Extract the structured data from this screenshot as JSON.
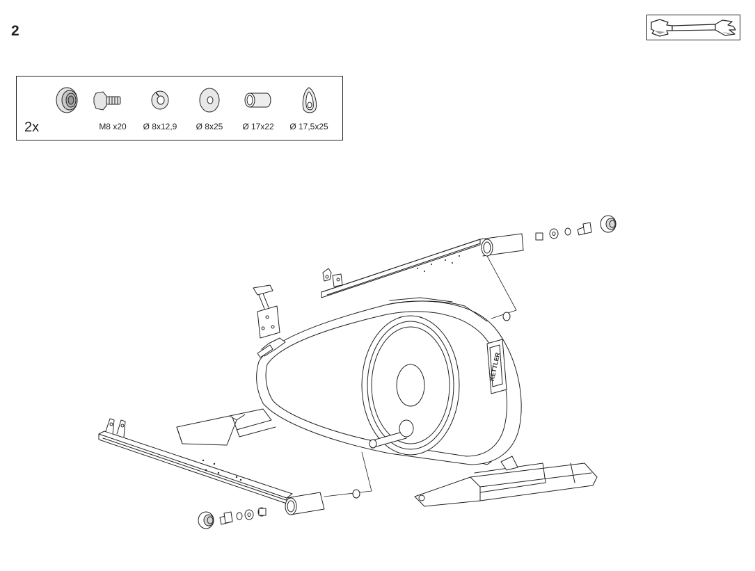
{
  "page": {
    "step_number": "2"
  },
  "tool": {
    "icon": "open-end-wrench-icon"
  },
  "parts": {
    "quantity": "2x",
    "items": [
      {
        "icon": "cap-nut-icon",
        "label": ""
      },
      {
        "icon": "bolt-icon",
        "label": "M8 x20"
      },
      {
        "icon": "spring-washer-icon",
        "label": "Ø 8x12,9"
      },
      {
        "icon": "flat-washer-icon",
        "label": "Ø 8x25"
      },
      {
        "icon": "spacer-sleeve-icon",
        "label": "Ø 17x22"
      },
      {
        "icon": "oval-washer-icon",
        "label": "Ø 17,5x25"
      }
    ]
  },
  "illustration": {
    "brand_text": "KETTLER"
  }
}
